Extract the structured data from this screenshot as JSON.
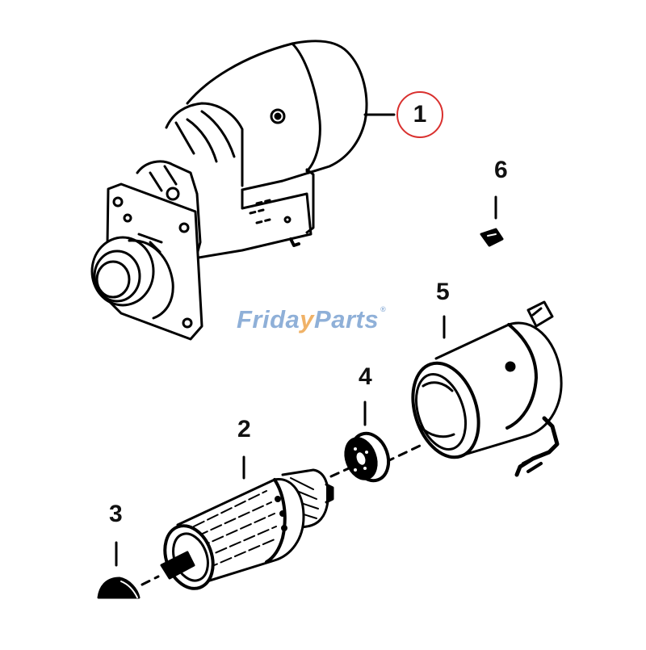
{
  "diagram": {
    "type": "exploded-parts-diagram",
    "subject": "starter motor assembly",
    "background": "#ffffff",
    "line_color": "#000000",
    "highlight_color": "#d9302e"
  },
  "watermark": {
    "part1": "Frida",
    "swoosh": "y",
    "part2": "Parts",
    "reg_mark": "®",
    "colors": {
      "text": "#8fb0d8",
      "check": "#f0b267"
    }
  },
  "callouts": [
    {
      "id": "1",
      "label": "1",
      "part": "starter motor assembly",
      "highlighted": true
    },
    {
      "id": "2",
      "label": "2",
      "part": "armature"
    },
    {
      "id": "3",
      "label": "3",
      "part": "end cover / washer"
    },
    {
      "id": "4",
      "label": "4",
      "part": "bearing"
    },
    {
      "id": "5",
      "label": "5",
      "part": "field housing / yoke"
    },
    {
      "id": "6",
      "label": "6",
      "part": "small nut / terminal cap"
    }
  ]
}
